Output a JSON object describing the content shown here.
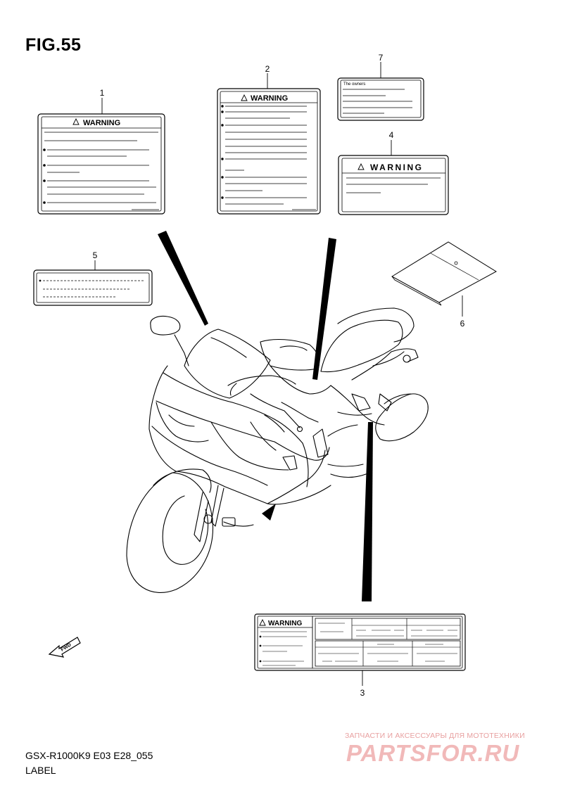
{
  "header": {
    "figure": "FIG.55"
  },
  "callouts": {
    "c1": "1",
    "c2": "2",
    "c3": "3",
    "c4": "4",
    "c5": "5",
    "c6": "6",
    "c7": "7"
  },
  "labels": {
    "warning_text": "WARNING",
    "owners_text": "The owners",
    "fwd_text": "FWD"
  },
  "footer": {
    "model_code": "GSX-R1000K9 E03 E28_055",
    "section": "LABEL"
  },
  "watermark": {
    "subtitle": "ЗАПЧАСТИ И АКСЕССУАРЫ ДЛЯ МОТОТЕХНИКИ",
    "logo": "PARTSFOR.RU"
  }
}
